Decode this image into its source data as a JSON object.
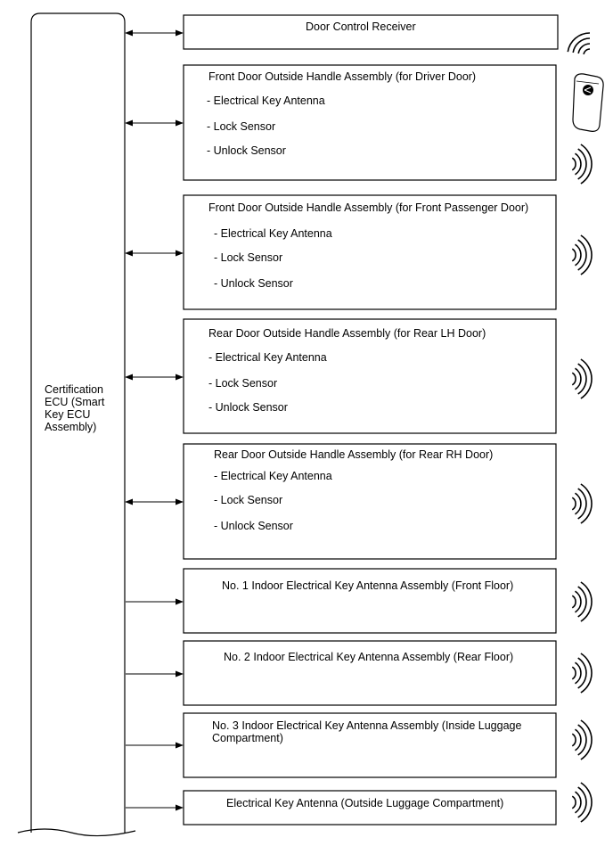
{
  "ecu": {
    "lines": [
      "Certification",
      "ECU (Smart",
      "Key ECU",
      "Assembly)"
    ]
  },
  "boxes": [
    {
      "id": "door-control-receiver",
      "title": "Door Control Receiver",
      "items": [],
      "link": "bidirectional",
      "icon": "wireless-signal-icon"
    },
    {
      "id": "front-door-driver",
      "title": "Front Door Outside Handle Assembly (for Driver Door)",
      "items": [
        "- Electrical Key Antenna",
        "- Lock Sensor",
        "- Unlock Sensor"
      ],
      "link": "bidirectional",
      "icon": "wireless-signal-icon"
    },
    {
      "id": "front-door-passenger",
      "title": "Front Door Outside Handle Assembly (for Front Passenger Door)",
      "items": [
        "- Electrical Key Antenna",
        "- Lock Sensor",
        "- Unlock Sensor"
      ],
      "link": "bidirectional",
      "icon": "wireless-signal-icon"
    },
    {
      "id": "rear-door-lh",
      "title": "Rear Door Outside Handle Assembly (for Rear LH Door)",
      "items": [
        "- Electrical Key Antenna",
        "- Lock Sensor",
        "- Unlock Sensor"
      ],
      "link": "bidirectional",
      "icon": "wireless-signal-icon"
    },
    {
      "id": "rear-door-rh",
      "title": "Rear Door Outside Handle Assembly (for Rear RH Door)",
      "items": [
        "- Electrical Key Antenna",
        "- Lock Sensor",
        "- Unlock Sensor"
      ],
      "link": "bidirectional",
      "icon": "wireless-signal-icon"
    },
    {
      "id": "indoor-antenna-1",
      "title": "No. 1 Indoor Electrical Key Antenna Assembly (Front Floor)",
      "items": [],
      "link": "output",
      "icon": "wireless-signal-icon"
    },
    {
      "id": "indoor-antenna-2",
      "title": "No. 2 Indoor Electrical Key Antenna Assembly (Rear Floor)",
      "items": [],
      "link": "output",
      "icon": "wireless-signal-icon"
    },
    {
      "id": "indoor-antenna-3",
      "title_lines": [
        "No. 3 Indoor Electrical Key Antenna Assembly (Inside Luggage",
        "Compartment)"
      ],
      "items": [],
      "link": "output",
      "icon": "wireless-signal-icon"
    },
    {
      "id": "outside-luggage-antenna",
      "title": "Electrical Key Antenna (Outside Luggage Compartment)",
      "items": [],
      "link": "output",
      "icon": "wireless-signal-icon"
    }
  ],
  "key_fob": {
    "icon": "key-fob-icon"
  }
}
